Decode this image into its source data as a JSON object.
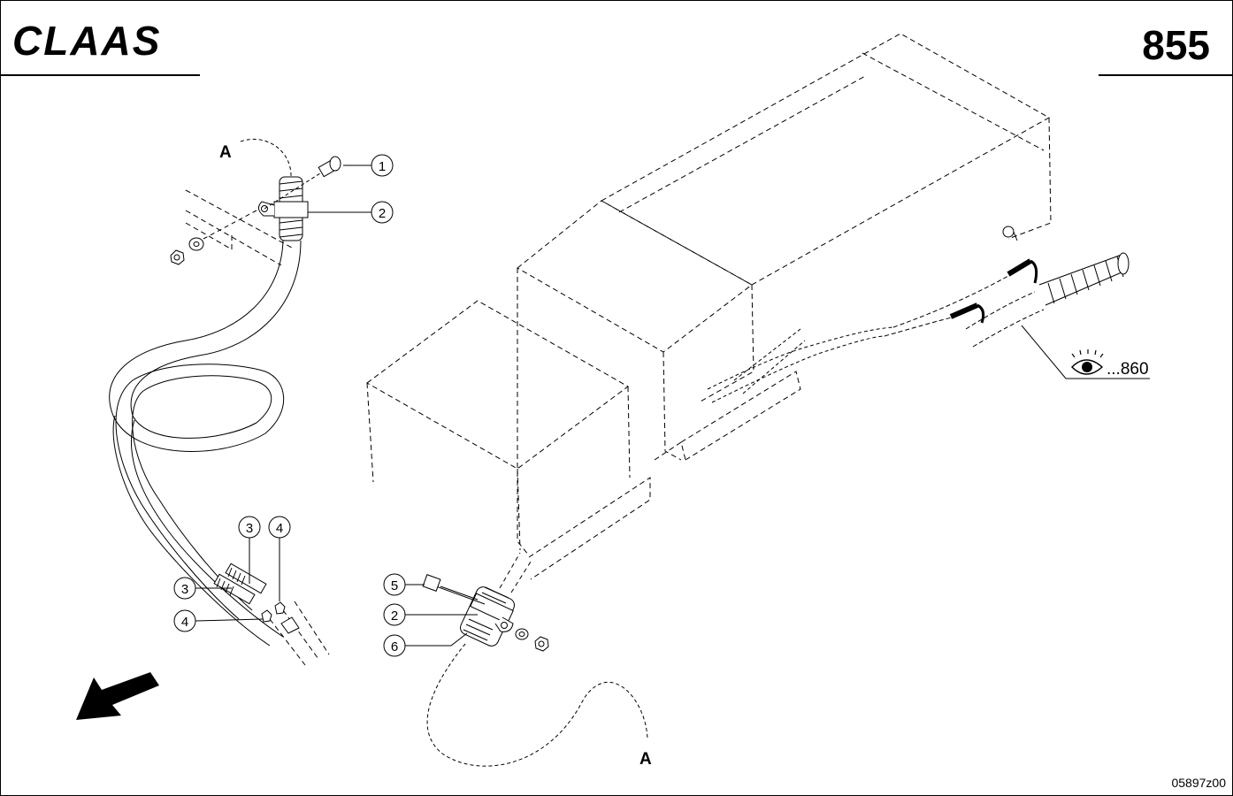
{
  "header": {
    "logo_text": "CLAAS",
    "page_number": "855"
  },
  "labels": {
    "point_a_top": "A",
    "point_a_bottom": "A"
  },
  "callouts": [
    "1",
    "2",
    "3",
    "4",
    "3",
    "4",
    "5",
    "2",
    "6"
  ],
  "reference": {
    "icon": "eye-icon",
    "text": "...860"
  },
  "footer": {
    "drawing_code": "05897z00"
  }
}
